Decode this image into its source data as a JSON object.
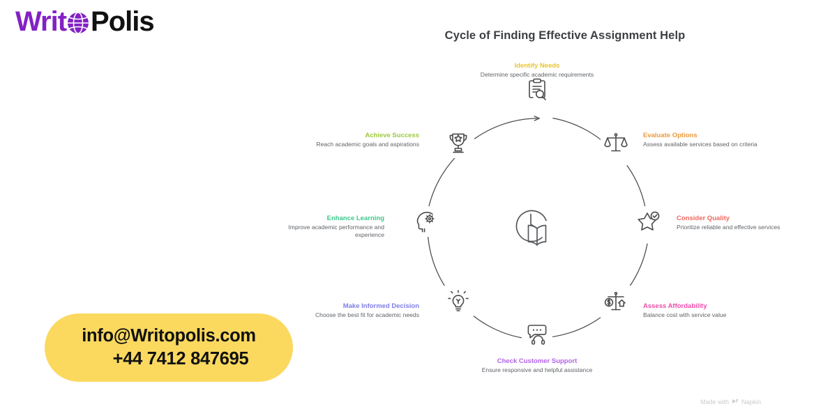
{
  "brand": {
    "name_part1": "Writ",
    "name_part2": "Polis",
    "globe_icon": "globe-icon",
    "purple": "#8321c4",
    "black": "#111111"
  },
  "chart_data": {
    "type": "diagram",
    "diagram_kind": "cycle",
    "title": "Cycle of Finding Effective Assignment Help",
    "center_icon": "clock-book-icon",
    "direction": "clockwise",
    "node_count": 8,
    "nodes": [
      {
        "index": 1,
        "title": "Identify Needs",
        "description": "Determine specific academic requirements",
        "color": "#e8c52c",
        "icon": "clipboard-search-icon",
        "angle_deg": 270,
        "label_align": "center"
      },
      {
        "index": 2,
        "title": "Evaluate Options",
        "description": "Assess available services based on criteria",
        "color": "#ec9a3c",
        "icon": "balance-scales-icon",
        "angle_deg": 315,
        "label_align": "left"
      },
      {
        "index": 3,
        "title": "Consider Quality",
        "description": "Prioritize reliable and effective services",
        "color": "#f0675f",
        "icon": "star-check-icon",
        "angle_deg": 0,
        "label_align": "left"
      },
      {
        "index": 4,
        "title": "Assess Affordability",
        "description": "Balance cost with service value",
        "color": "#ef4bab",
        "icon": "cost-scales-icon",
        "angle_deg": 45,
        "label_align": "left"
      },
      {
        "index": 5,
        "title": "Check Customer Support",
        "description": "Ensure responsive and helpful assistance",
        "color": "#b163e8",
        "icon": "chat-headset-icon",
        "angle_deg": 90,
        "label_align": "center"
      },
      {
        "index": 6,
        "title": "Make Informed Decision",
        "description": "Choose the best fit for academic needs",
        "color": "#7f7de8",
        "icon": "lightbulb-icon",
        "angle_deg": 135,
        "label_align": "right"
      },
      {
        "index": 7,
        "title": "Enhance Learning",
        "description": "Improve academic performance and experience",
        "color": "#3ec88b",
        "icon": "head-gear-icon",
        "angle_deg": 180,
        "label_align": "right"
      },
      {
        "index": 8,
        "title": "Achieve Success",
        "description": "Reach academic goals and aspirations",
        "color": "#9dc93f",
        "icon": "trophy-icon",
        "angle_deg": 225,
        "label_align": "right"
      }
    ]
  },
  "contact": {
    "email": "info@Writopolis.com",
    "phone": "+44 7412 847695",
    "background": "#fbd95f"
  },
  "watermark": {
    "text_before": "Made with",
    "brand": "Napkin",
    "icon": "napkin-logo-icon"
  }
}
